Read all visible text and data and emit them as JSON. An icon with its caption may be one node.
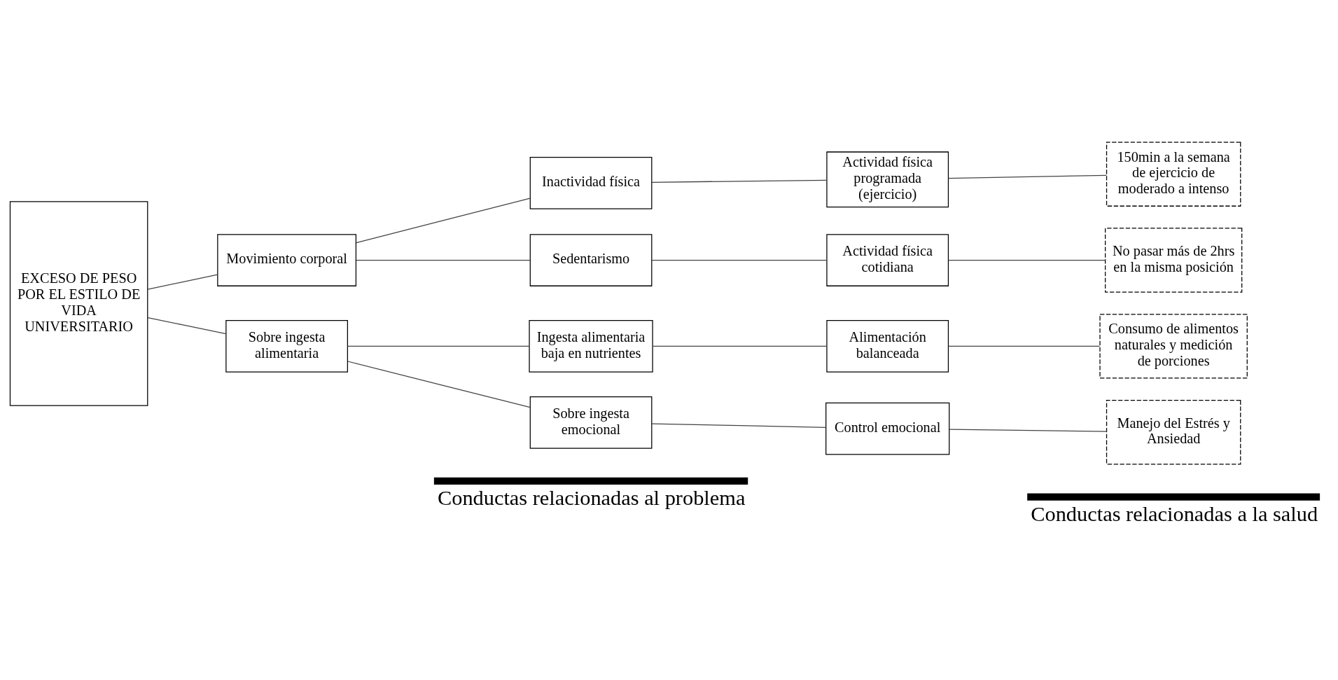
{
  "diagram": {
    "nodes": [
      {
        "text": [
          "EXCESO DE PESO POR EL ESTILO DE VIDA UNIVERSITARIO"
        ]
      },
      {
        "text": [
          "Movimiento corporal"
        ]
      },
      {
        "text": [
          "Sobre ingesta alimentaria"
        ]
      },
      {
        "text": [
          "Inactividad física"
        ]
      },
      {
        "text": [
          "Sedentarismo"
        ]
      },
      {
        "text": [
          "Ingesta alimentaria baja en nutrientes"
        ]
      },
      {
        "text": [
          "Sobre ingesta emocional"
        ]
      },
      {
        "text": [
          "Actividad física programada (ejercicio)"
        ]
      },
      {
        "text": [
          "Actividad física cotidiana"
        ]
      },
      {
        "text": [
          "Alimentación balanceada"
        ]
      },
      {
        "text": [
          "Control emocional"
        ]
      },
      {
        "text": [
          "150min a la semana de ejercicio de moderado a intenso"
        ]
      },
      {
        "text": [
          "No pasar más de 2hrs en la misma posición"
        ]
      },
      {
        "text": [
          "Consumo de alimentos naturales y medición de porciones"
        ]
      },
      {
        "text": [
          "Manejo del Estrés y Ansiedad"
        ]
      }
    ],
    "edges": [
      {
        "from": 0,
        "to": 1,
        "arrow": "none"
      },
      {
        "from": 0,
        "to": 2,
        "arrow": "none"
      },
      {
        "from": 1,
        "to": 3,
        "arrow": "none"
      },
      {
        "from": 1,
        "to": 4,
        "arrow": "none"
      },
      {
        "from": 2,
        "to": 5,
        "arrow": "none"
      },
      {
        "from": 2,
        "to": 6,
        "arrow": "none"
      },
      {
        "from": 3,
        "to": 7,
        "arrow": "none"
      },
      {
        "from": 4,
        "to": 8,
        "arrow": "none"
      },
      {
        "from": 5,
        "to": 9,
        "arrow": "none"
      },
      {
        "from": 6,
        "to": 10,
        "arrow": "none"
      },
      {
        "from": 7,
        "to": 11,
        "arrow": "none"
      },
      {
        "from": 8,
        "to": 12,
        "arrow": "none"
      },
      {
        "from": 9,
        "to": 13,
        "arrow": "none"
      },
      {
        "from": 10,
        "to": 14,
        "arrow": "none"
      }
    ],
    "labels": [
      "Conductas relacionadas al problema",
      "Conductas relacionadas a la salud"
    ]
  }
}
